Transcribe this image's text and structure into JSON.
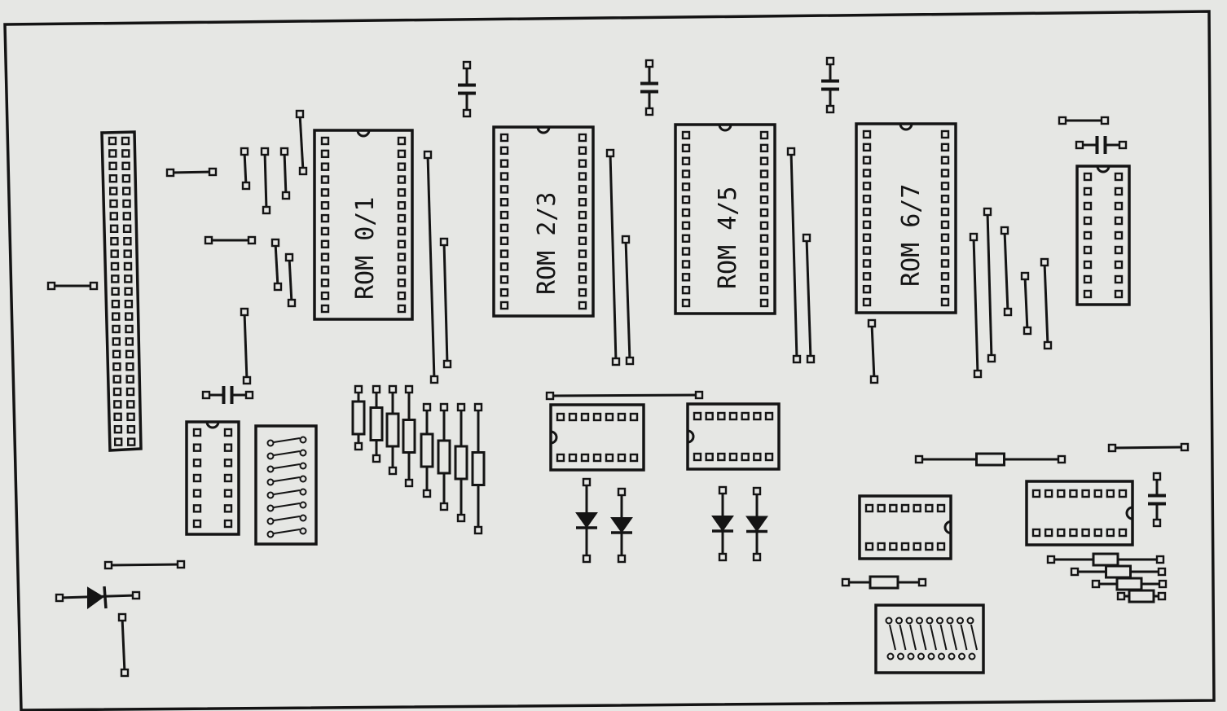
{
  "layout_title": "",
  "colors": {
    "paper": "#e6e7e4",
    "ink": "#141414"
  },
  "rom_labels": {
    "rom01": "ROM  0/1",
    "rom23": "ROM  2/3",
    "rom45": "ROM  4/5",
    "rom67": "ROM  6/7"
  }
}
